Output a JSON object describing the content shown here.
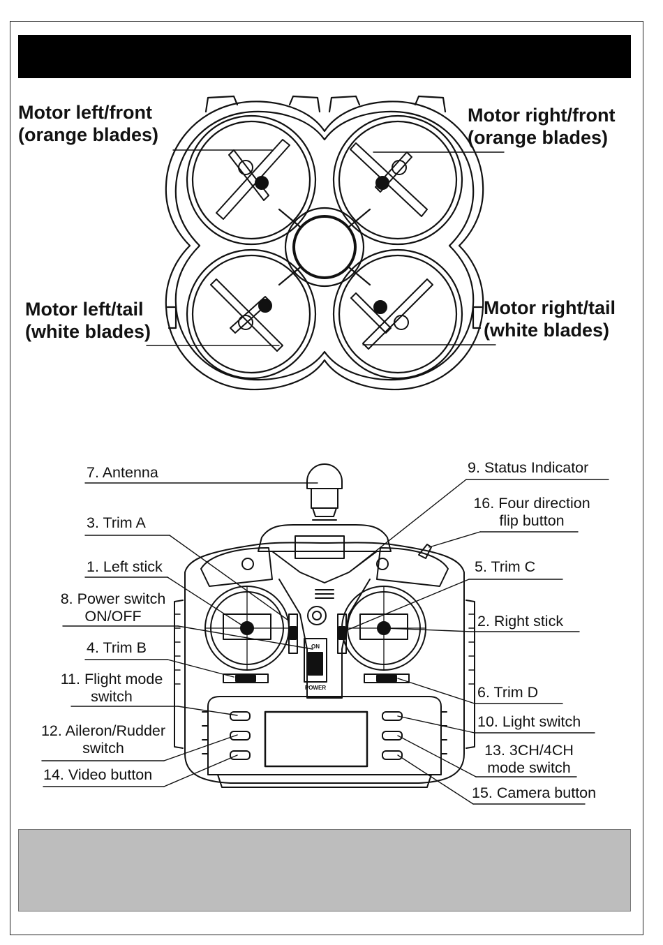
{
  "drone": {
    "left_front": {
      "line1": "Motor left/front",
      "line2": "(orange blades)"
    },
    "right_front": {
      "line1": "Motor right/front",
      "line2": "(orange blades)"
    },
    "left_tail": {
      "line1": "Motor left/tail",
      "line2": "(white blades)"
    },
    "right_tail": {
      "line1": "Motor right/tail",
      "line2": "(white blades)"
    }
  },
  "controller": {
    "antenna": "7. Antenna",
    "trim_a": "3. Trim A",
    "left_stick": "1. Left stick",
    "power_switch": {
      "line1": "8. Power switch",
      "line2": "ON/OFF"
    },
    "trim_b": "4. Trim B",
    "flight_mode": {
      "line1": "11. Flight mode",
      "line2": "switch"
    },
    "aileron_rudder": {
      "line1": "12. Aileron/Rudder",
      "line2": "switch"
    },
    "video_button": "14. Video button",
    "status_indicator": "9. Status Indicator",
    "flip_button": {
      "line1": "16. Four direction",
      "line2": "flip button"
    },
    "trim_c": "5. Trim C",
    "right_stick": "2. Right stick",
    "trim_d": "6. Trim D",
    "light_switch": "10. Light switch",
    "ch_mode": {
      "line1": "13. 3CH/4CH",
      "line2": "mode switch"
    },
    "camera_button": "15. Camera button",
    "on_label": "ON",
    "power_label": "POWER"
  }
}
